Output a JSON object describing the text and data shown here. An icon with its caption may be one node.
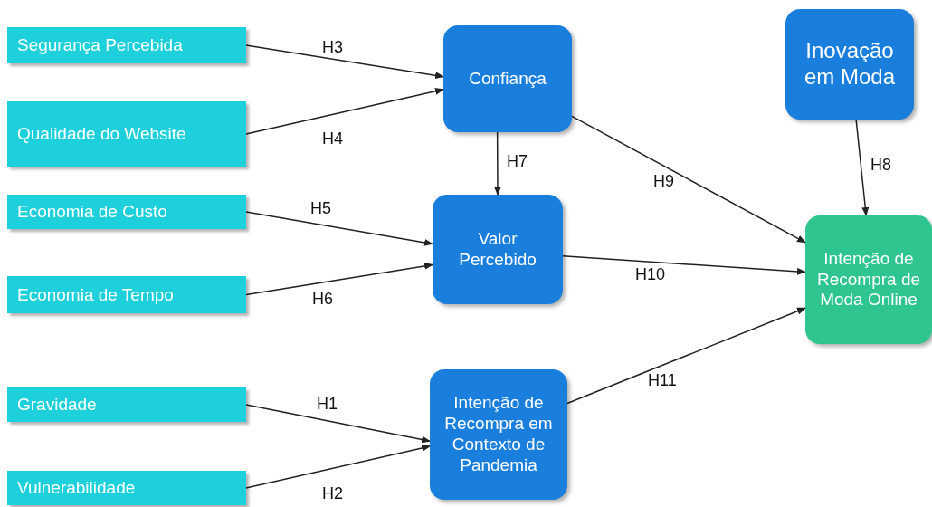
{
  "diagram": {
    "nodes": [
      {
        "text": [
          "Segurança Percebida"
        ]
      },
      {
        "text": [
          "Qualidade do Website"
        ]
      },
      {
        "text": [
          "Economia de Custo"
        ]
      },
      {
        "text": [
          "Economia de Tempo"
        ]
      },
      {
        "text": [
          "Gravidade"
        ]
      },
      {
        "text": [
          "Vulnerabilidade"
        ]
      },
      {
        "text": [
          "Confiança"
        ]
      },
      {
        "text": [
          "Valor Percebido"
        ]
      },
      {
        "text": [
          "Inovação em Moda"
        ]
      },
      {
        "text": [
          "Intenção de Recompra de Moda Online"
        ]
      },
      {
        "text": [
          "Intenção de Recompra em Contexto de Pandemia"
        ]
      }
    ],
    "edges": [
      {
        "from": 0,
        "to": 6,
        "arrow": "to",
        "label": "H3"
      },
      {
        "from": 1,
        "to": 6,
        "arrow": "to",
        "label": "H4"
      },
      {
        "from": 6,
        "to": 7,
        "arrow": "to",
        "label": "H7"
      },
      {
        "from": 2,
        "to": 7,
        "arrow": "to",
        "label": "H5"
      },
      {
        "from": 3,
        "to": 7,
        "arrow": "to",
        "label": "H6"
      },
      {
        "from": 4,
        "to": 10,
        "arrow": "to",
        "label": "H1"
      },
      {
        "from": 5,
        "to": 10,
        "arrow": "to",
        "label": "H2"
      },
      {
        "from": 6,
        "to": 9,
        "arrow": "to",
        "label": "H9"
      },
      {
        "from": 7,
        "to": 9,
        "arrow": "to",
        "label": "H10"
      },
      {
        "from": 8,
        "to": 9,
        "arrow": "to",
        "label": "H8"
      },
      {
        "from": 10,
        "to": 9,
        "arrow": "to",
        "label": "H11"
      }
    ]
  }
}
